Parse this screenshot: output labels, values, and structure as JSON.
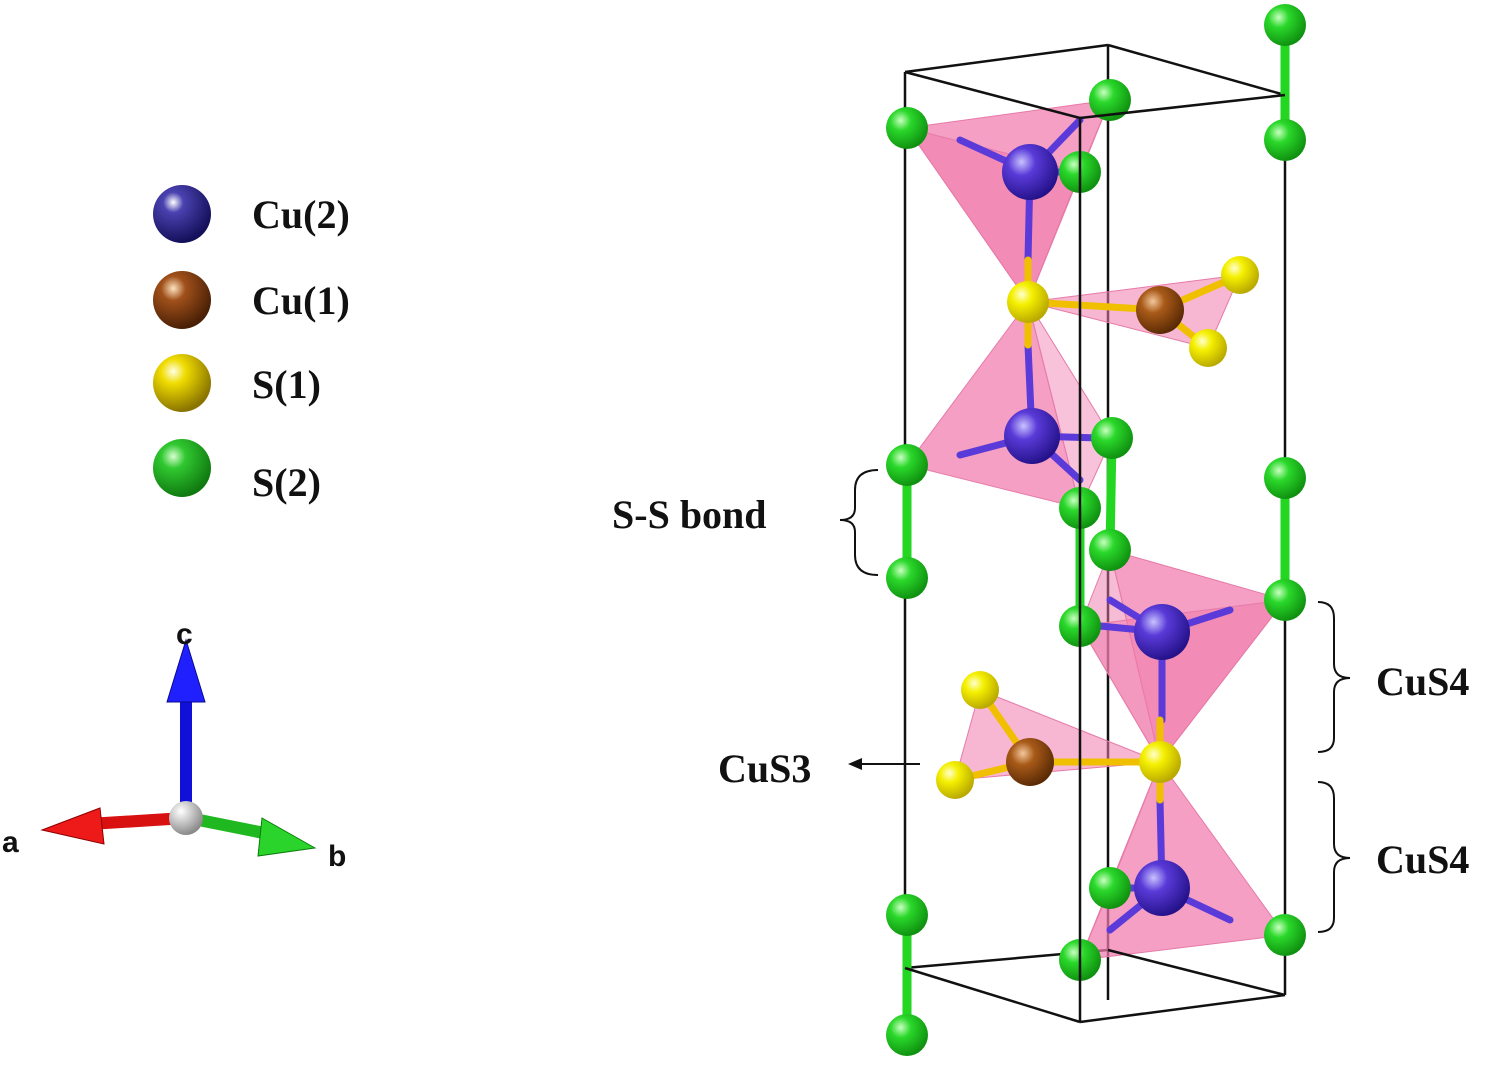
{
  "legend": {
    "items": [
      {
        "label": "Cu(2)",
        "color": "#2a2490"
      },
      {
        "label": "Cu(1)",
        "color": "#8b4513"
      },
      {
        "label": "S(1)",
        "color": "#f2e600"
      },
      {
        "label": "S(2)",
        "color": "#22cc22"
      }
    ]
  },
  "axes": {
    "c": {
      "label": "c",
      "color": "#1010e0"
    },
    "a": {
      "label": "a",
      "color": "#e01010"
    },
    "b": {
      "label": "b",
      "color": "#20c020"
    },
    "origin_color": "#c8c8c8"
  },
  "annotations": {
    "ss_bond": "S-S bond",
    "cus3": "CuS3",
    "cus4_top": "CuS4",
    "cus4_bottom": "CuS4"
  },
  "colors": {
    "cu2": "#4a2bc9",
    "cu1": "#9a4a0c",
    "s1": "#f0f000",
    "s2": "#22d622",
    "polyhedron": "#f07aac",
    "cell": "#111111"
  }
}
